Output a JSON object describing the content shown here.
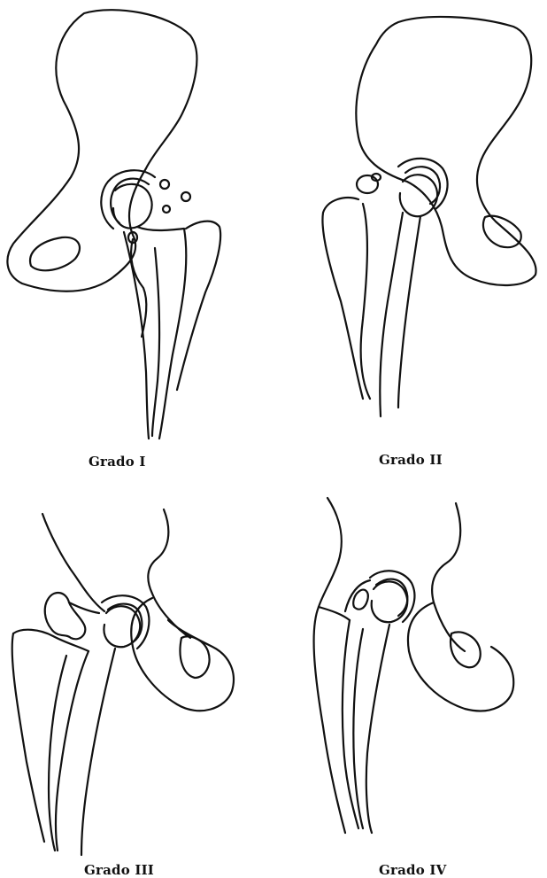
{
  "panels": [
    {
      "id": "grade-1",
      "caption": "Grado I"
    },
    {
      "id": "grade-2",
      "caption": "Grado II"
    },
    {
      "id": "grade-3",
      "caption": "Grado III"
    },
    {
      "id": "grade-4",
      "caption": "Grado IV"
    }
  ],
  "colors": {
    "line": "#111111",
    "background": "#ffffff"
  }
}
